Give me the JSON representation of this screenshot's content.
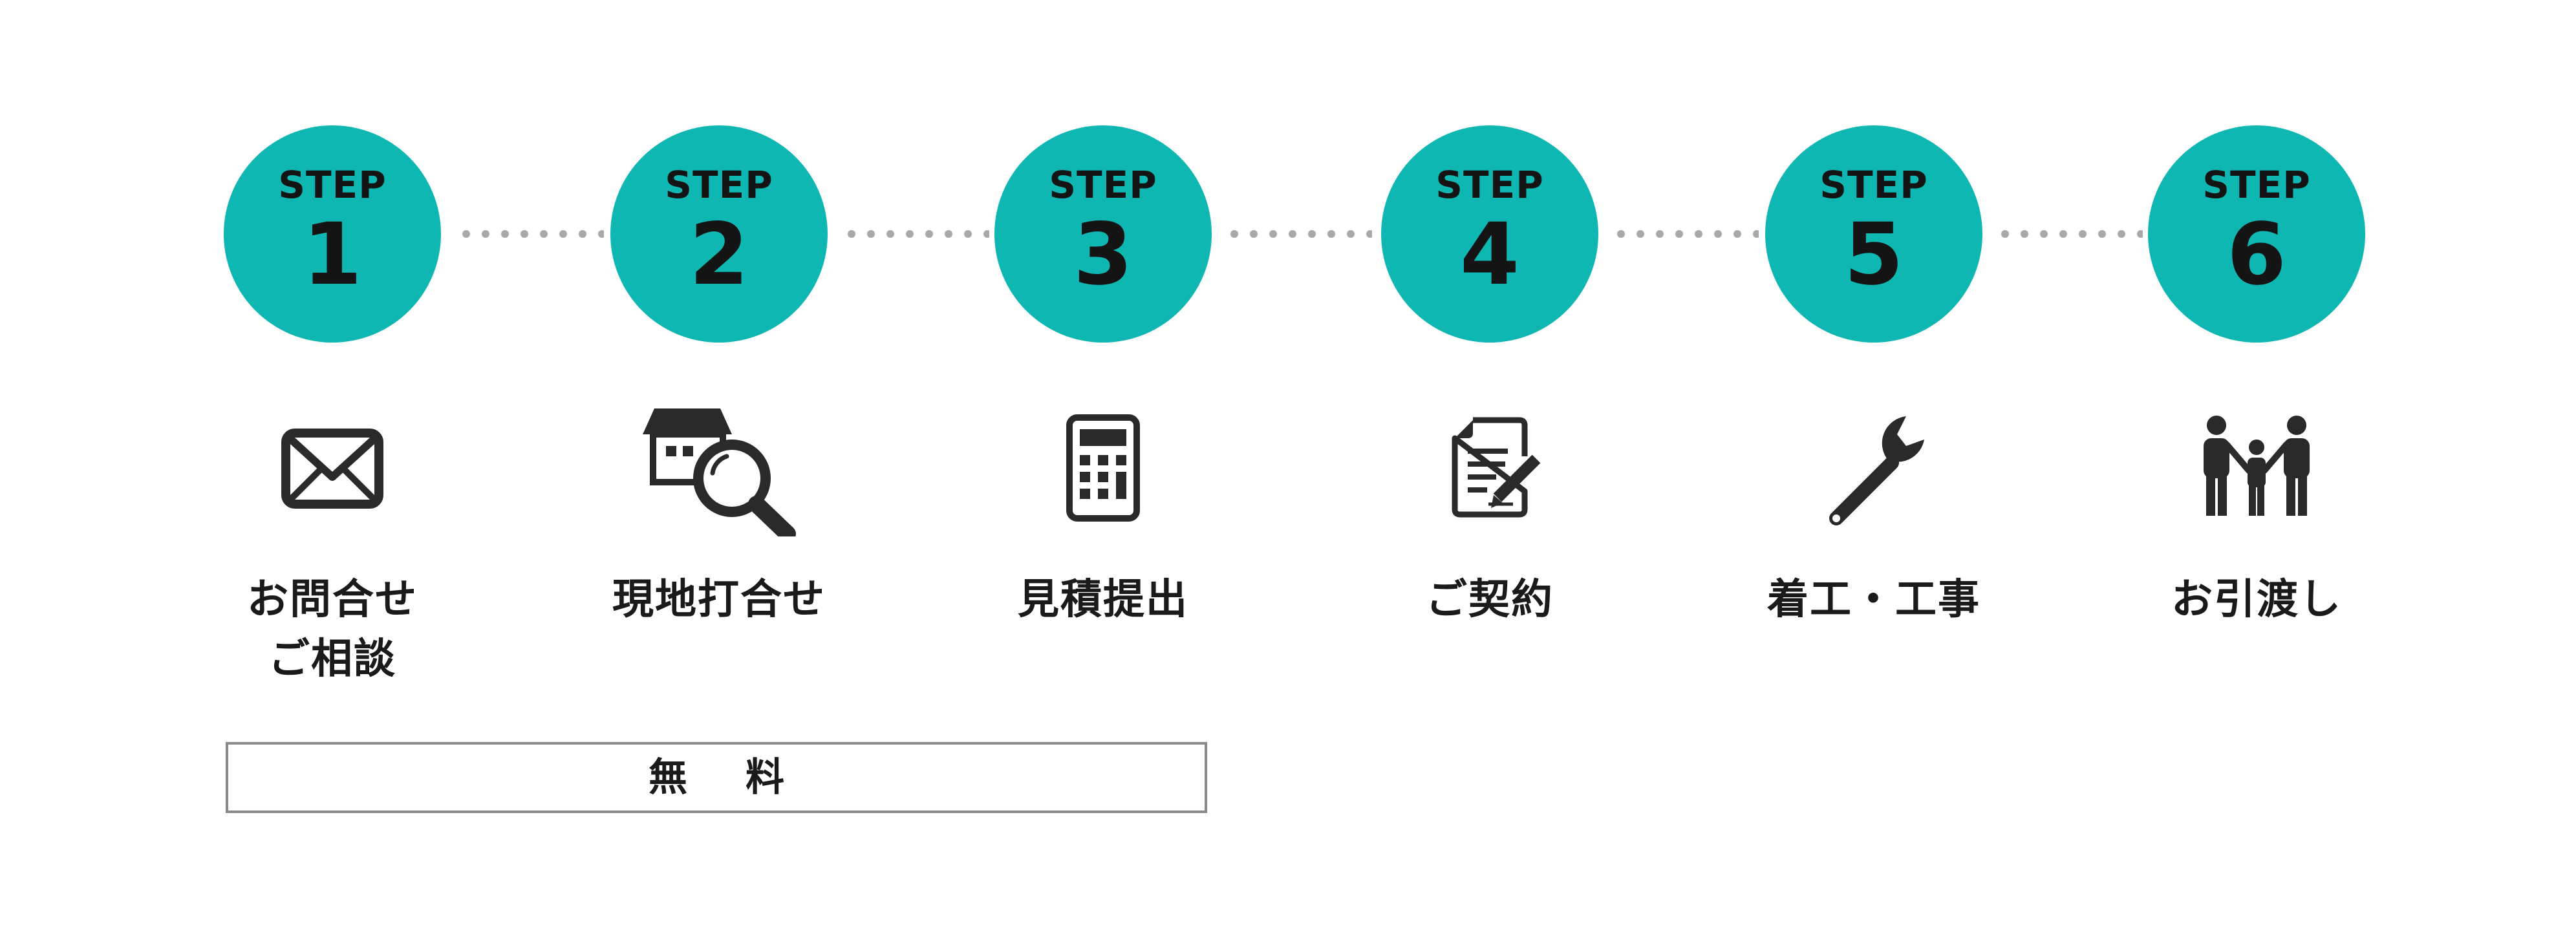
{
  "step_word": "STEP",
  "steps": [
    {
      "number": "1",
      "icon": "envelope-icon",
      "label_lines": [
        "お問合せ",
        "ご相談"
      ]
    },
    {
      "number": "2",
      "icon": "house-search-icon",
      "label_lines": [
        "現地打合せ"
      ]
    },
    {
      "number": "3",
      "icon": "calculator-icon",
      "label_lines": [
        "見積提出"
      ]
    },
    {
      "number": "4",
      "icon": "contract-icon",
      "label_lines": [
        "ご契約"
      ]
    },
    {
      "number": "5",
      "icon": "wrench-icon",
      "label_lines": [
        "着工・工事"
      ]
    },
    {
      "number": "6",
      "icon": "family-icon",
      "label_lines": [
        "お引渡し"
      ]
    }
  ],
  "free_label": "無料",
  "colors": {
    "circle": "#0fb7b3",
    "text": "#1a1a1a",
    "icon": "#2a2a2a",
    "dots": "#a9a9a9",
    "box_border": "#8a8a8a"
  }
}
